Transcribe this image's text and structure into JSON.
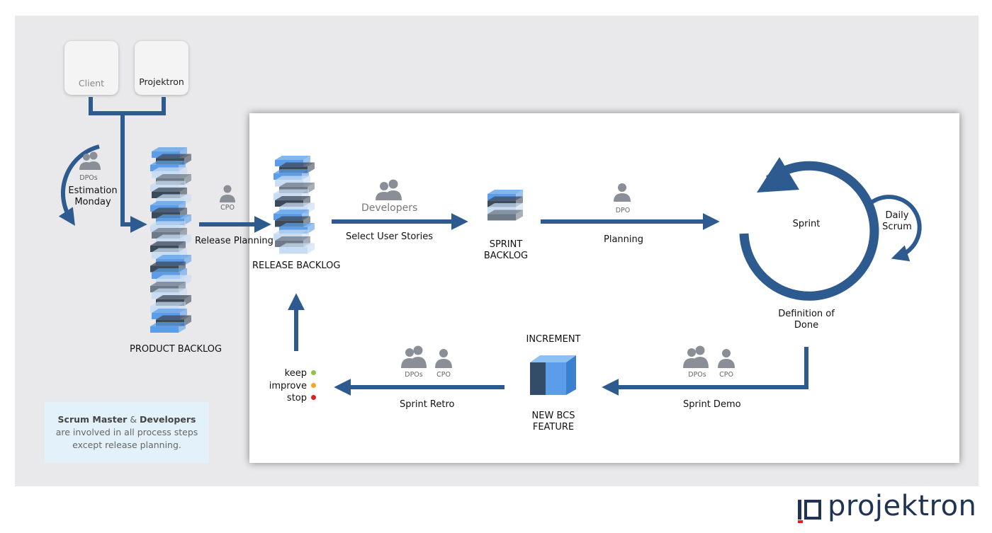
{
  "actors": {
    "client": "Client",
    "projektron": "Projektron"
  },
  "roles": {
    "dpos_estimation": "DPOs",
    "cpo_release": "CPO",
    "developers": "Developers",
    "dpo_planning": "DPO",
    "dpos_demo": "DPOs",
    "cpo_demo": "CPO",
    "dpos_retro": "DPOs",
    "cpo_retro": "CPO"
  },
  "labels": {
    "estimation_line1": "Estimation",
    "estimation_line2": "Monday",
    "release_planning": "Release Planning",
    "release_backlog": "RELEASE BACKLOG",
    "product_backlog": "PRODUCT BACKLOG",
    "select_user_stories": "Select User Stories",
    "sprint_backlog_line1": "SPRINT",
    "sprint_backlog_line2": "BACKLOG",
    "planning": "Planning",
    "sprint": "Sprint",
    "daily_scrum_line1": "Daily",
    "daily_scrum_line2": "Scrum",
    "definition_line1": "Definition of",
    "definition_line2": "Done",
    "sprint_demo": "Sprint Demo",
    "increment": "INCREMENT",
    "feature_line1": "NEW BCS",
    "feature_line2": "FEATURE",
    "sprint_retro": "Sprint Retro"
  },
  "retro_outcomes": [
    {
      "label": "keep",
      "color": "#8dc63f"
    },
    {
      "label": "improve",
      "color": "#f5a623"
    },
    {
      "label": "stop",
      "color": "#e02020"
    }
  ],
  "note": {
    "bold1": "Scrum Master",
    "amp": " & ",
    "bold2": "Developers",
    "line2": "are involved in all process steps",
    "line3": "except release planning."
  },
  "brand": {
    "logo_text": "projektron"
  },
  "colors": {
    "arrow": "#2e5b8f",
    "block_light": "#5b9de8",
    "block_pale": "#c8dcf2",
    "block_dark": "#3d4a5a",
    "block_gray": "#6e7a88",
    "logo_red": "#e02020"
  }
}
